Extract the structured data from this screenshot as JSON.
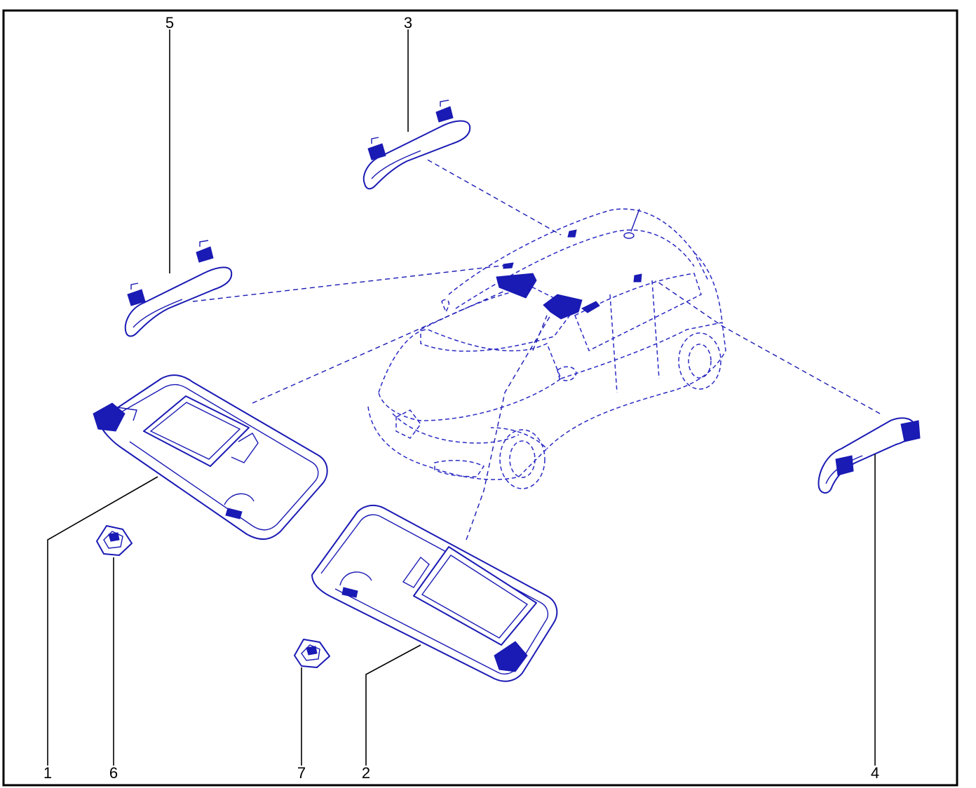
{
  "diagram": {
    "labels": {
      "part_1": "1",
      "part_2": "2",
      "part_3": "3",
      "part_4": "4",
      "part_5": "5",
      "part_6": "6",
      "part_7": "7"
    },
    "colors": {
      "line_art": "#1a1ab4",
      "frame": "#000000",
      "background": "#ffffff"
    }
  }
}
